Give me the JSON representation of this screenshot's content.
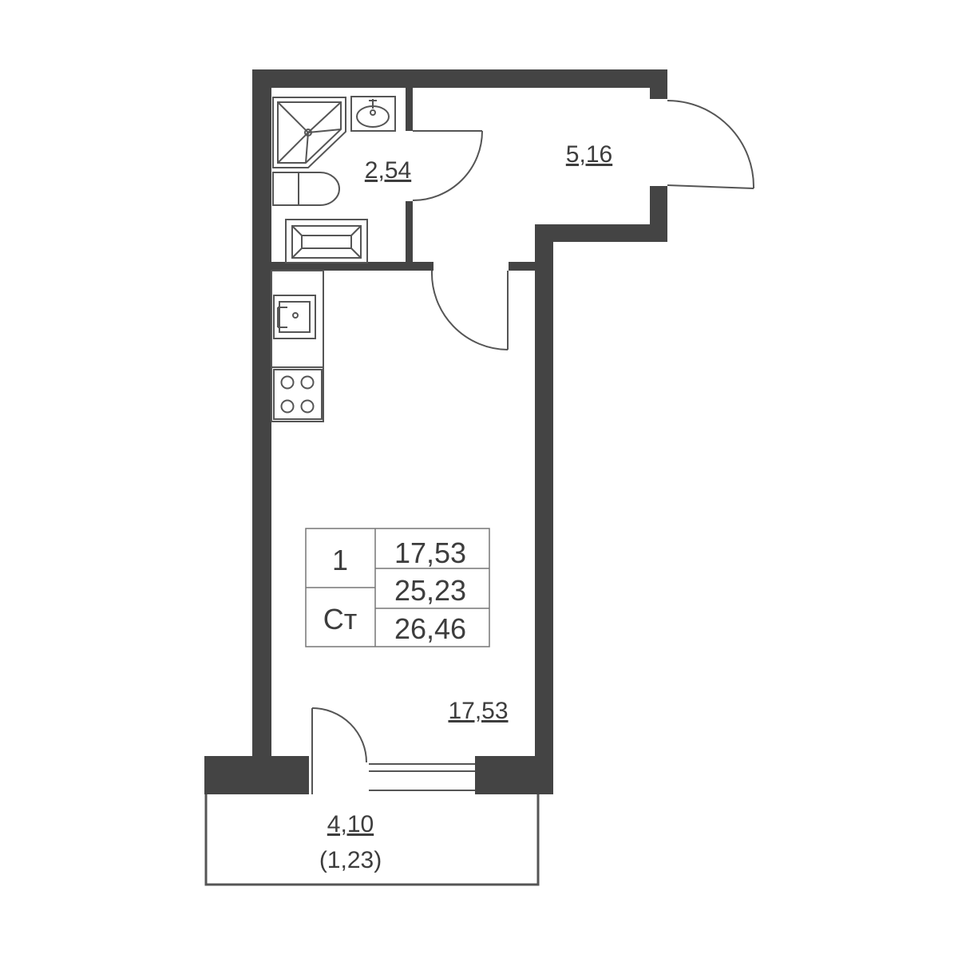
{
  "rooms": {
    "bathroom_area": "2,54",
    "hall_area": "5,16",
    "living_area": "17,53",
    "balcony_area": "4,10",
    "balcony_reduced": "(1,23)"
  },
  "summary": {
    "rooms_count": "1",
    "apartment_type": "Ст",
    "living_area": "17,53",
    "total_area": "25,23",
    "total_area_with_balcony": "26,46"
  },
  "colors": {
    "wall": "#444444",
    "line": "#555555",
    "text": "#3d3d3d",
    "background": "#ffffff"
  }
}
